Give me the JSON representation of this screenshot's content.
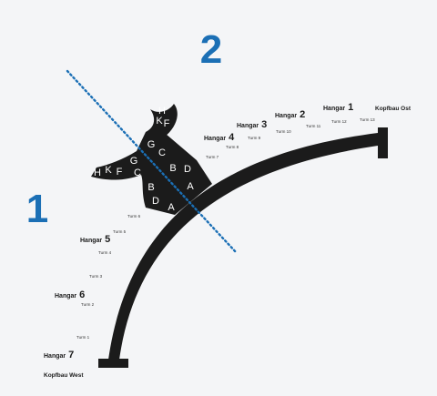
{
  "map": {
    "colors": {
      "building": "#1b1b1b",
      "accent": "#1b6fb5",
      "label": "#1b1b1b",
      "background": "#f4f5f7"
    },
    "zones": {
      "zone_1": "1",
      "zone_2": "2"
    },
    "hangars": [
      {
        "word": "Hangar",
        "number": "1"
      },
      {
        "word": "Hangar",
        "number": "2"
      },
      {
        "word": "Hangar",
        "number": "3"
      },
      {
        "word": "Hangar",
        "number": "4"
      },
      {
        "word": "Hangar",
        "number": "5"
      },
      {
        "word": "Hangar",
        "number": "6"
      },
      {
        "word": "Hangar",
        "number": "7"
      }
    ],
    "ends": {
      "east": "Kopfbau Ost",
      "west": "Kopfbau West"
    },
    "towers": [
      "Turm 1",
      "Turm 2",
      "Turm 3",
      "Turm 4",
      "Turm 5",
      "Turm 6",
      "Turm 7",
      "Turm 8",
      "Turm 9",
      "Turm 10",
      "Turm 11",
      "Turm 12",
      "Turm 13"
    ],
    "gates": {
      "upper": [
        "A",
        "D",
        "B",
        "C",
        "G",
        "F",
        "K",
        "H"
      ],
      "lower": [
        "A",
        "D",
        "B",
        "C",
        "G",
        "F",
        "K",
        "H"
      ]
    }
  }
}
